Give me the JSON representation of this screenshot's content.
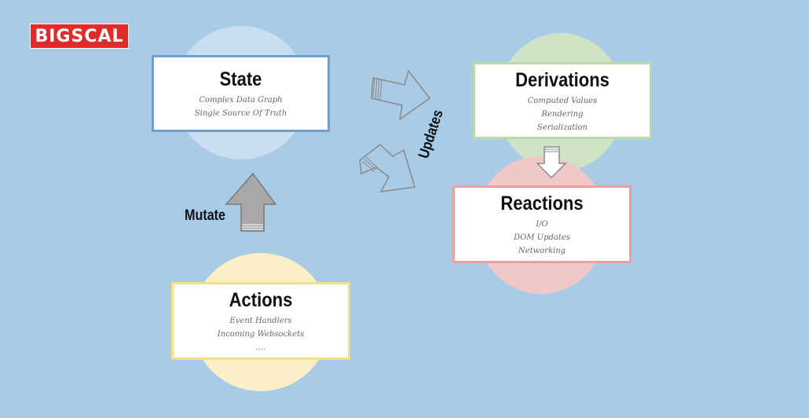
{
  "brand": {
    "logo_text": "BIGSCAL",
    "logo_color": "#e02b2b"
  },
  "nodes": {
    "state": {
      "title": "State",
      "lines": [
        "Complex Data Graph",
        "Single Source Of Truth"
      ],
      "border_color": "#6b9fd6",
      "circle_color": "#c9def1"
    },
    "derivations": {
      "title": "Derivations",
      "lines": [
        "Computed Values",
        "Rendering",
        "Serialization"
      ],
      "border_color": "#b9dba9",
      "circle_color": "#cfe3c6"
    },
    "reactions": {
      "title": "Reactions",
      "lines": [
        "I/O",
        "DOM Updates",
        "Networking"
      ],
      "border_color": "#ef9f9f",
      "circle_color": "#f1c8c8"
    },
    "actions": {
      "title": "Actions",
      "lines": [
        "Event Handlers",
        "Incoming Websockets",
        "...."
      ],
      "border_color": "#f7df86",
      "circle_color": "#fbefc7"
    }
  },
  "edges": {
    "mutate_label": "Mutate",
    "updates_label": "Updates"
  },
  "colors": {
    "background": "#a9cbe5"
  }
}
